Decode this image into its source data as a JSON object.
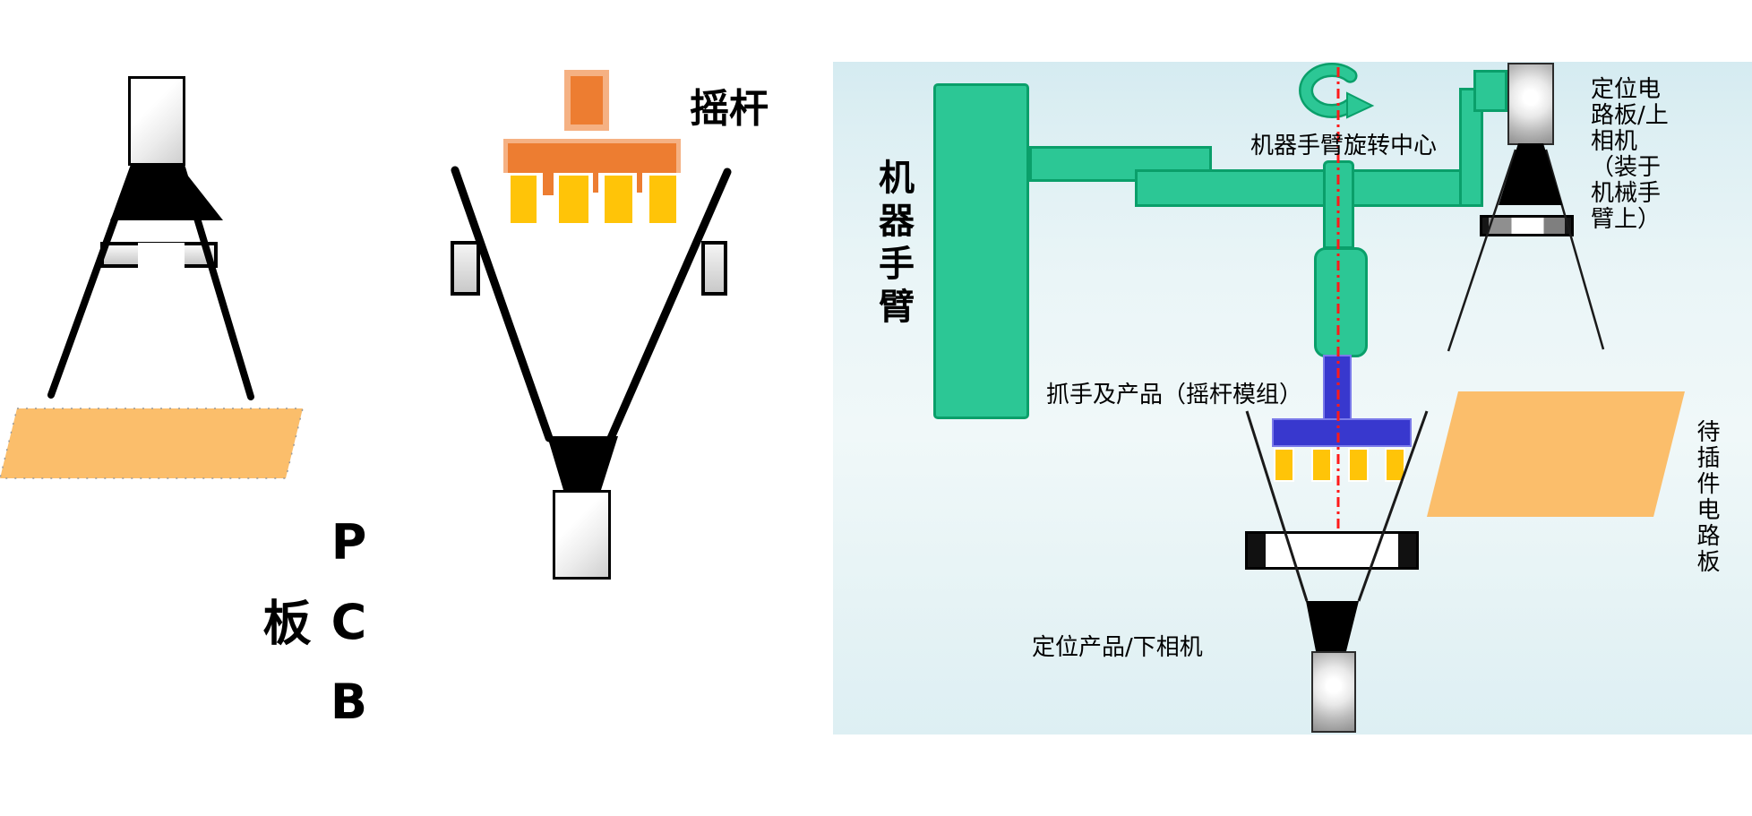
{
  "left_figure": {
    "pcb_label": "PCB板"
  },
  "middle_figure": {
    "joystick_label": "摇杆"
  },
  "right_diagram": {
    "robot_arm_label": "机器手臂",
    "rotation_center_label": "机器手臂旋转中心",
    "gripper_label": "抓手及产品（摇杆模组）",
    "upper_camera_label": "定位电路板/上相机（装于机械手臂上）",
    "upper_camera_label_lines": [
      "定位电",
      "路板/上",
      "相机",
      "（装于",
      "机械手",
      "臂上）"
    ],
    "board_label": "待插件电路板",
    "lower_camera_label": "定位产品/下相机"
  },
  "colors": {
    "arm_green": "#2cc795",
    "arm_green_border": "#0a9f6a",
    "gripper_blue": "#3838ce",
    "gripper_blue_border": "#7b7bea",
    "pin_yellow": "#ffc408",
    "connector_orange": "#ed7d31",
    "connector_orange_light": "#f5b183",
    "board_orange": "#fbbe6b",
    "axis_red": "#ff1a1a",
    "panel_bg_top": "#d7ecf2",
    "panel_bg_mid": "#eef7f8"
  }
}
